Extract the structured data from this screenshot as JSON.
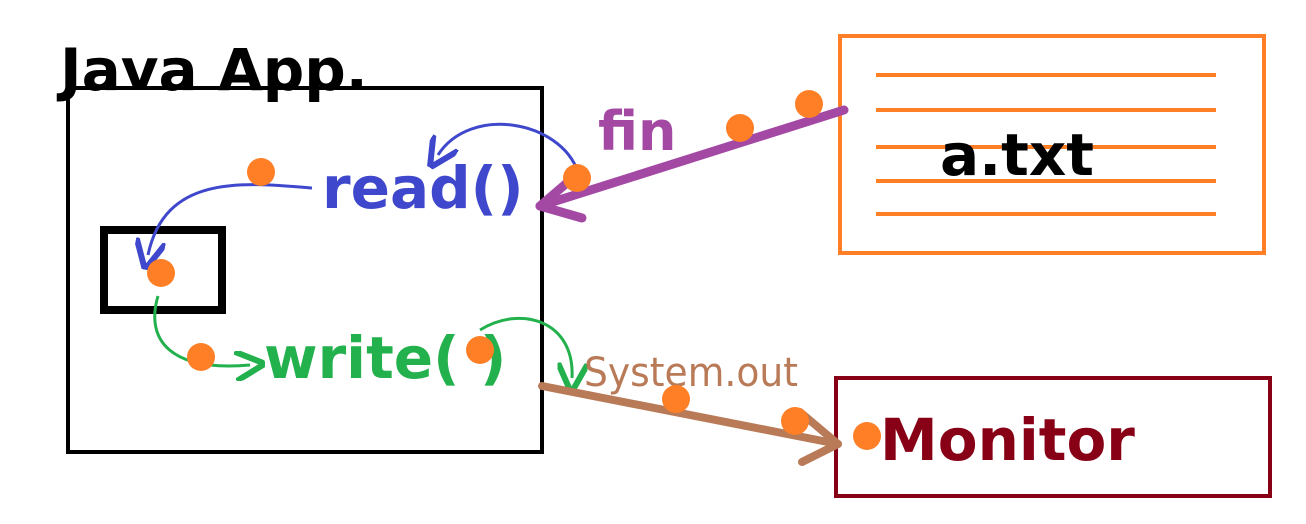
{
  "labels": {
    "java_app": "Java App.",
    "read": "read()",
    "write": "write( )",
    "fin": "fin",
    "file": "a.txt",
    "system_out": "System.out",
    "monitor": "Monitor"
  },
  "colors": {
    "app_box": "#000000",
    "read": "#3f48cc",
    "write": "#22b14c",
    "fin": "#a349a4",
    "file_box": "#ff7f27",
    "system_out": "#b97a57",
    "monitor": "#880015",
    "dot": "#ff7f27"
  }
}
